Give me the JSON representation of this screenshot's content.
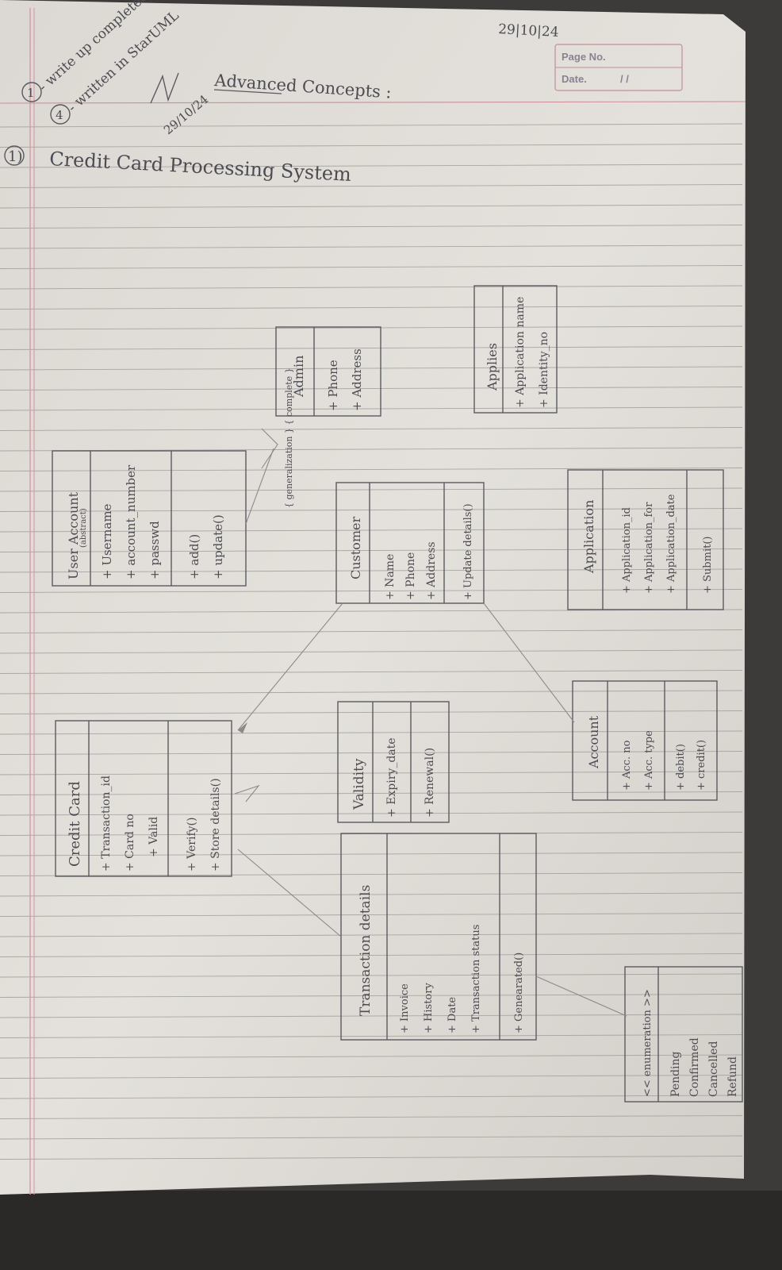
{
  "header": {
    "date_written": "29|10|24",
    "page_no_label": "Page No.",
    "date_label": "Date.",
    "date_slashes": "/      /",
    "marginal_note_1_num": "1",
    "marginal_note_1": "- write up completed",
    "marginal_note_2_num": "4",
    "marginal_note_2": "- written in StarUML",
    "signature_date": "29/10/24",
    "section_title": "Advanced Concepts :",
    "question_number": "1)",
    "question_title": "Credit Card Processing System"
  },
  "classes": {
    "credit_card": {
      "name": "Credit Card",
      "attributes": [
        "+ Transaction_id",
        "+ Card no",
        "+ Valid"
      ],
      "methods": [
        "+ Verify()",
        "+ Store details()"
      ]
    },
    "user_account": {
      "name": "User Account",
      "stereotype": "(abstract)",
      "attributes": [
        "+ Username",
        "+ account_number",
        "+ passwd"
      ],
      "methods": [
        "+ add()",
        "+ update()"
      ]
    },
    "admin": {
      "name": "Admin",
      "attributes": [
        "+ Phone",
        "+ Address"
      ]
    },
    "applies": {
      "name": "Applies",
      "attributes": [
        "+ Application name",
        "+ Identity_no"
      ]
    },
    "validity": {
      "name": "Validity",
      "attributes": [
        "+ Expiry_date"
      ],
      "methods": [
        "+ Renewal()"
      ]
    },
    "customer": {
      "name": "Customer",
      "attributes": [
        "+ Name",
        "+ Phone",
        "+ Address"
      ],
      "methods": [
        "+ Update details()"
      ]
    },
    "application": {
      "name": "Application",
      "attributes": [
        "+ Application_id",
        "+ Application_for",
        "+ Application_date"
      ],
      "methods": [
        "+ Submit()"
      ]
    },
    "transaction_details": {
      "name": "Transaction details",
      "attributes": [
        "+ Invoice",
        "+ History",
        "+ Date",
        "+ Transaction status"
      ],
      "methods": [
        "+ Genearated()"
      ]
    },
    "account": {
      "name": "Account",
      "attributes": [
        "+ Acc. no",
        "+ Acc. type"
      ],
      "methods": [
        "+ debit()",
        "+ credit()"
      ]
    },
    "enumeration": {
      "name": "<< enumeration >>",
      "literals": [
        "Pending",
        "Confirmed",
        "Cancelled",
        "Refund"
      ]
    }
  },
  "constraint_note": "{ generalization } { complete }"
}
